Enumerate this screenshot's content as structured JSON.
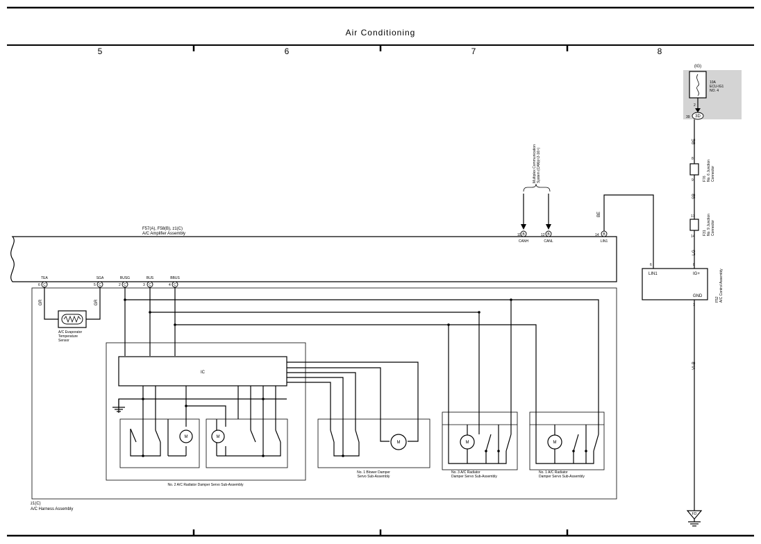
{
  "header": {
    "title": "Air Conditioning"
  },
  "columns": [
    "5",
    "6",
    "7",
    "8"
  ],
  "fuse": {
    "ig": "(IG)",
    "line1": "10A",
    "line2": "ECU-IG1",
    "line3": "NO. 4",
    "pin_top": "2",
    "pin_left": "39",
    "conn": "3D"
  },
  "wire_colors": {
    "be_top": "BE",
    "sb": "SB",
    "lg": "LG",
    "be_lin": "BE",
    "vib": "VI-B",
    "gr1": "GR",
    "gr2": "GR"
  },
  "junctions": {
    "f76": {
      "pin_top": "8",
      "pin_bot": "9",
      "name": "F76",
      "label1": "No. 6 Junction",
      "label2": "Connector"
    },
    "f31": {
      "pin_top": "17",
      "pin_bot": "14",
      "name": "F31",
      "label1": "No. 9 Junction",
      "label2": "Connector"
    }
  },
  "control": {
    "lin1": "LIN1",
    "igp": "IG+",
    "gnd": "GND",
    "pin_lin1": "6",
    "pin_igp": "8",
    "pin_gnd": "1",
    "name": "F52",
    "label": "A/C Control Assembly"
  },
  "ground": {
    "label": "FD"
  },
  "multiplex": {
    "line1": "Multiplex Communication",
    "line2": "System (CAN)(<2-16>)"
  },
  "amplifier": {
    "title1": "F57(A), F58(B), z1(C)",
    "title2": "A/C Amplifier Assembly",
    "top_pins": [
      {
        "num": "11",
        "conn": "B",
        "name": "CANH"
      },
      {
        "num": "12",
        "conn": "B",
        "name": "CANL"
      },
      {
        "num": "14",
        "conn": "B",
        "name": "LIN1"
      }
    ],
    "bottom_pins": [
      {
        "num": "6",
        "conn": "C",
        "name": "TEA"
      },
      {
        "num": "5",
        "conn": "C",
        "name": "SGA"
      },
      {
        "num": "2",
        "conn": "C",
        "name": "BUSG"
      },
      {
        "num": "3",
        "conn": "C",
        "name": "BUS"
      },
      {
        "num": "4",
        "conn": "C",
        "name": "BBUS"
      }
    ]
  },
  "sensor": {
    "line1": "A/C Evaporator",
    "line2": "Temperature",
    "line3": "Sensor"
  },
  "ic": {
    "label": "IC"
  },
  "motor": "M",
  "subassemblies": {
    "no2": "No. 2 A/C Radiator Damper Servo Sub-Assembly",
    "blower1": "No. 1 Blower Damper",
    "blower2": "Servo Sub-Assembly",
    "no3_1": "No. 3 A/C Radiator",
    "no3_2": "Damper Servo Sub-Assembly",
    "no1_1": "No. 1 A/C Radiator",
    "no1_2": "Damper Servo Sub-Assembly"
  },
  "harness": {
    "line1": "z1(C)",
    "line2": "A/C Harness Assembly"
  }
}
